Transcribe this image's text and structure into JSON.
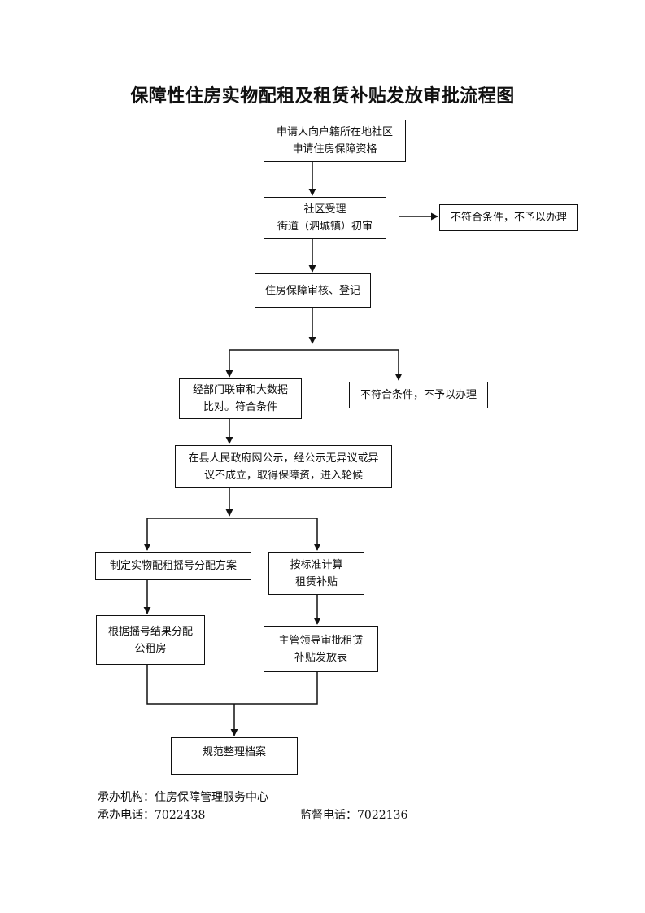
{
  "title": "保障性住房实物配租及租赁补贴发放审批流程图",
  "steps": {
    "apply": [
      "申请人向户籍所在地社区",
      "申请住房保障资格"
    ],
    "community": [
      "社区受理",
      "街道（泗城镇）初审"
    ],
    "reject1": "不符合条件，不予以办理",
    "register": "住房保障审核、登记",
    "joint_review": [
      "经部门联审和大数据",
      "比对。符合条件"
    ],
    "reject2": "不符合条件，不予以办理",
    "publicity": [
      "在县人民政府网公示，经公示无异议或异",
      "议不成立，取得保障资，进入轮候"
    ],
    "lottery_plan": "制定实物配租摇号分配方案",
    "subsidy_calc": [
      "按标准计算",
      "租赁补贴"
    ],
    "allocate": [
      "根据摇号结果分配",
      "公租房"
    ],
    "approve": [
      "主管领导审批租赁",
      "补贴发放表"
    ],
    "archive": "规范整理档案"
  },
  "footer": {
    "agency_label": "承办机构：",
    "agency": "住房保障管理服务中心",
    "phone_label": "承办电话：",
    "phone": "7022438",
    "supervise_label": "监督电话：",
    "supervise_phone": "7022136"
  }
}
